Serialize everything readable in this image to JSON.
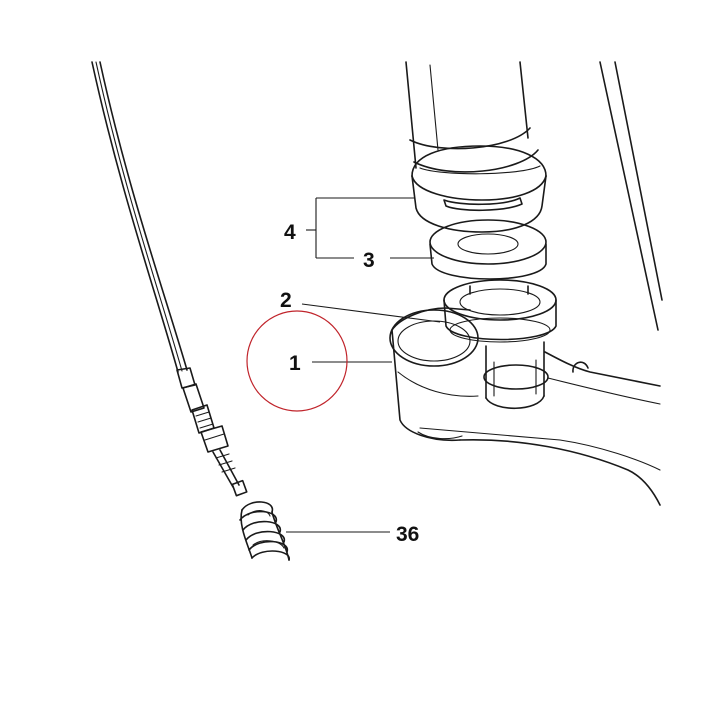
{
  "callouts": {
    "part_1": "1",
    "part_2": "2",
    "part_3": "3",
    "part_4": "4",
    "part_36": "36"
  },
  "highlight": {
    "color": "#c0242b",
    "target": "1"
  }
}
